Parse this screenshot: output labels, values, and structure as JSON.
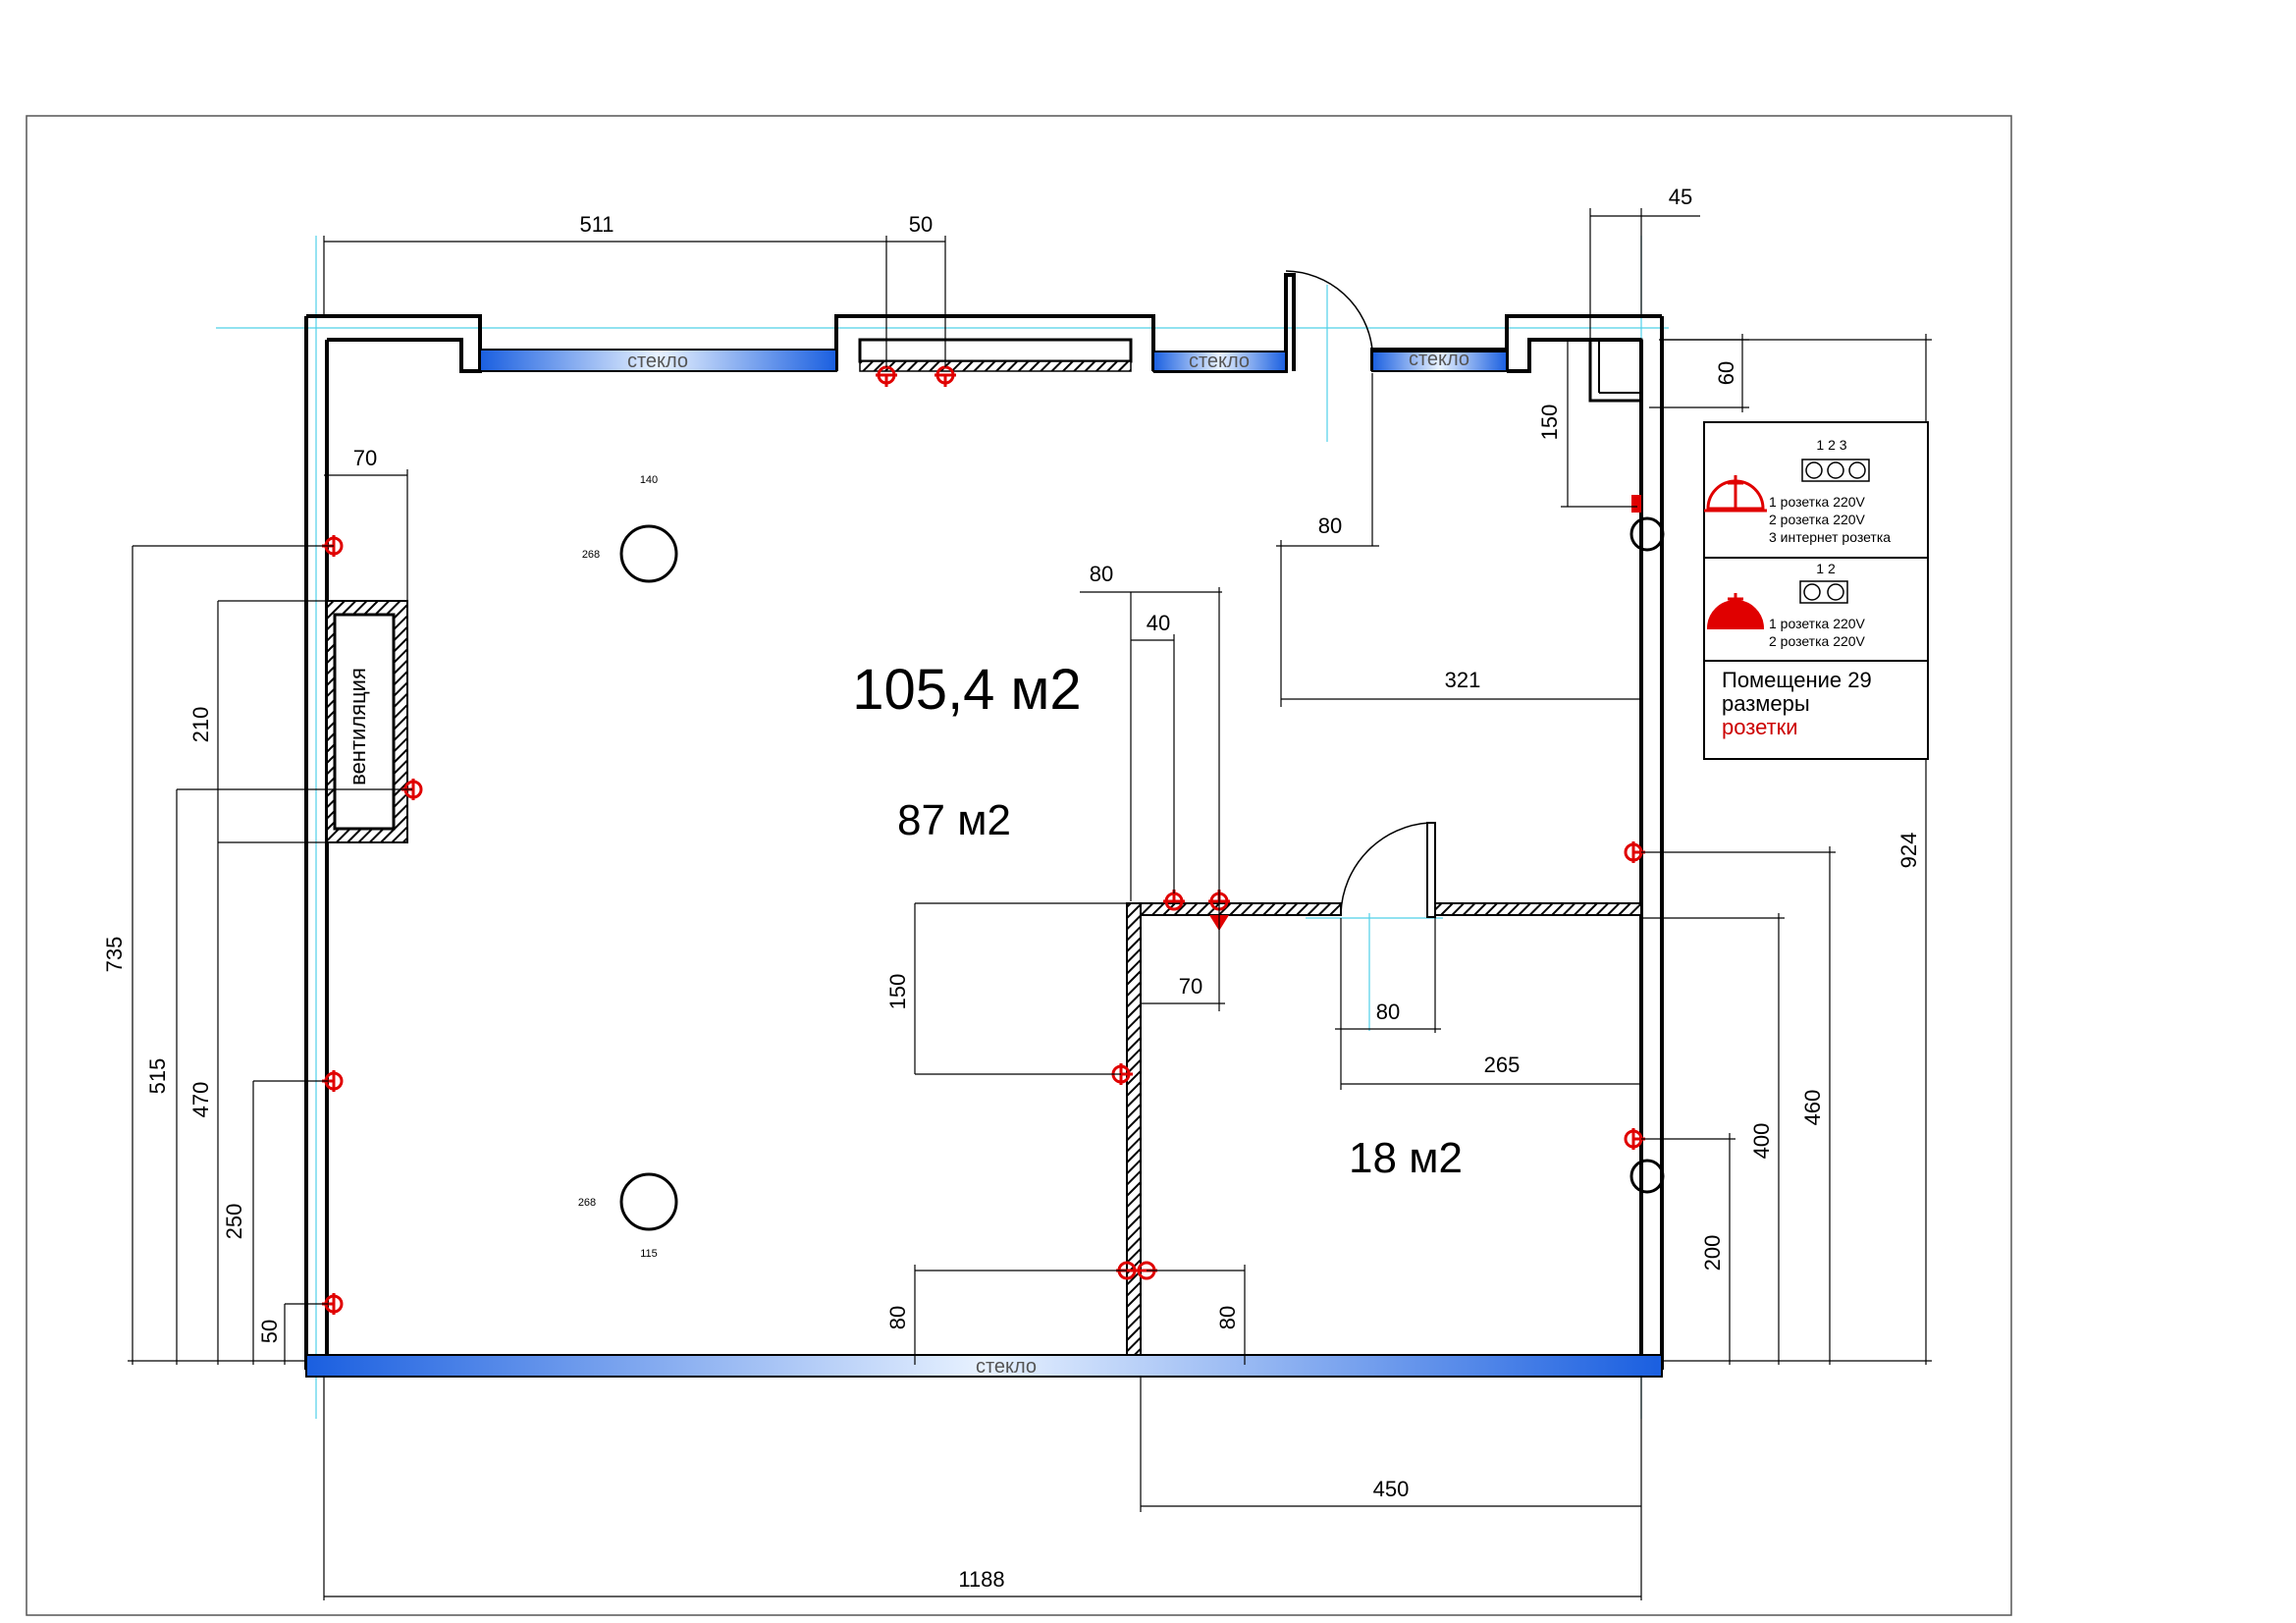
{
  "plan": {
    "areas": {
      "total": "105,4 м2",
      "main": "87 м2",
      "small_room": "18 м2"
    },
    "glass_label": "стекло",
    "ventilation_label": "вентиляция",
    "dimensions": {
      "top_511": "511",
      "top_50": "50",
      "top_45": "45",
      "right_60": "60",
      "right_150": "150",
      "door_80_top": "80",
      "right_321": "321",
      "left_70": "70",
      "left_210": "210",
      "left_735": "735",
      "left_515": "515",
      "left_470": "470",
      "left_250": "250",
      "left_50": "50",
      "mid_80": "80",
      "mid_40": "40",
      "mid_70": "70",
      "mid_150": "150",
      "door_80_mid": "80",
      "mid_265": "265",
      "right_400": "400",
      "right_460": "460",
      "right_200": "200",
      "right_924": "924",
      "bottom_80_left": "80",
      "bottom_80_right": "80",
      "bottom_450": "450",
      "bottom_1188": "1188"
    },
    "column_labels": {
      "top_height": "140",
      "top_side": "268",
      "bottom_side": "268",
      "bottom_height": "115"
    }
  },
  "legend": {
    "row1": {
      "numbers": "1 2 3",
      "items": [
        "1  розетка 220V",
        "2  розетка 220V",
        "3  интернет розетка"
      ]
    },
    "row2": {
      "numbers": "1 2",
      "items": [
        "1  розетка 220V",
        "2  розетка 220V"
      ]
    },
    "title": "Помещение 29",
    "line2": "размеры",
    "line3": "розетки",
    "colors": {
      "outlet": "#e00000",
      "glass": "#1a6fe0",
      "guide": "#4fd0e8"
    }
  }
}
